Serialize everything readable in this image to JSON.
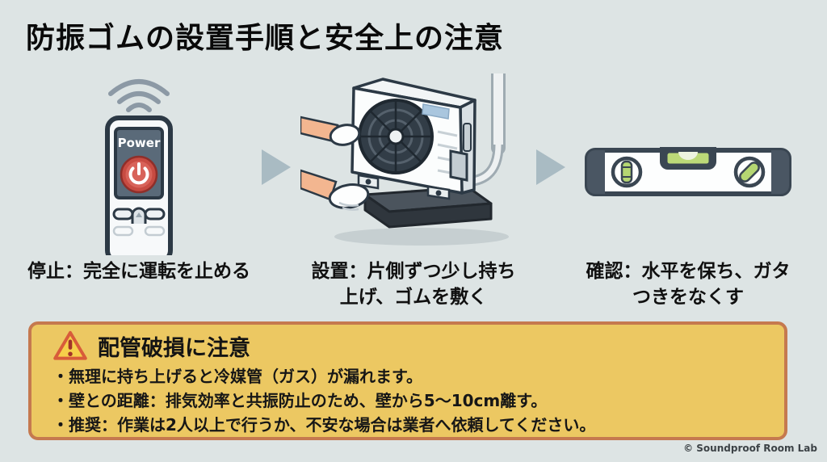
{
  "page": {
    "title": "防振ゴムの設置手順と安全上の注意",
    "background_color": "#dde4e4",
    "footer_credit": "© Soundproof Room Lab"
  },
  "steps": [
    {
      "id": "stop",
      "illustration": "remote-control-with-power-button",
      "remote_label": "Power",
      "caption_lines": [
        "停止：完全に運転を止める"
      ]
    },
    {
      "id": "install",
      "illustration": "gloved-hands-placing-ac-outdoor-unit-on-rubber-pad",
      "caption_lines": [
        "設置：片側ずつ少し持ち",
        "上げ、ゴムを敷く"
      ]
    },
    {
      "id": "check",
      "illustration": "spirit-level",
      "caption_lines": [
        "確認：水平を保ち、ガタ",
        "つきをなくす"
      ]
    }
  ],
  "arrows": {
    "icon": "arrow-right-icon",
    "color": "#a9bbc3"
  },
  "warning": {
    "icon": "warning-triangle-icon",
    "title": "配管破損に注意",
    "bullets": [
      "・無理に持ち上げると冷媒管（ガス）が漏れます。",
      "・壁との距離：排気効率と共振防止のため、壁から5〜10cm離す。",
      "・推奨：作業は2人以上で行うか、不安な場合は業者へ依頼してください。"
    ],
    "colors": {
      "fill": "#ecc862",
      "border": "#c5794f",
      "icon_stroke": "#d85c3a",
      "icon_mark": "#a2332a"
    }
  },
  "palette": {
    "power_button_red": "#c74b42",
    "remote_screen": "#5a6a79",
    "rubber_pad_dark": "#2f363d",
    "level_green": "#b5d672",
    "signal_waves_gray": "#8c99a5"
  }
}
